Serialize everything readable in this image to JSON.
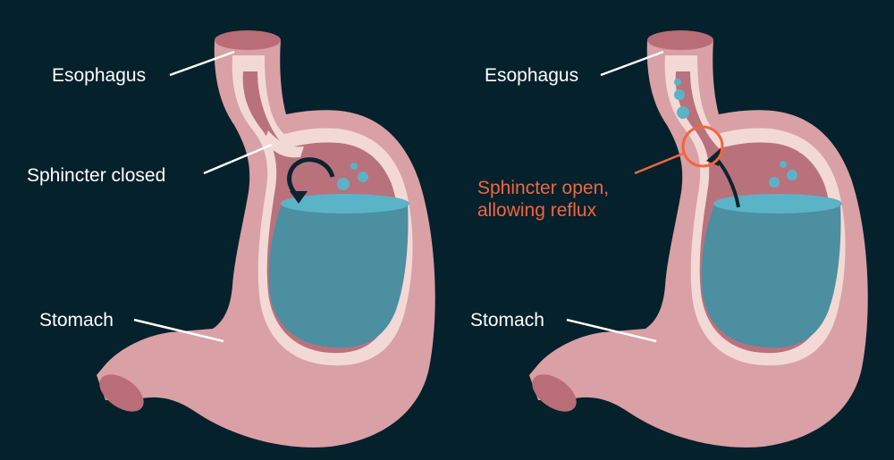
{
  "colors": {
    "background": "#05212c",
    "tissue": "#d9a0a5",
    "tissue_light": "#f2d9d5",
    "tissue_dark": "#b96d77",
    "stomach_inner": "#b9727c",
    "fluid": "#4b8fa0",
    "fluid_surface": "#5bb3c8",
    "bubble": "#5bb3c8",
    "label_text": "#ffffff",
    "highlight": "#ef6640",
    "arrow": "#0b2430"
  },
  "panels": [
    {
      "state": "closed",
      "labels": {
        "esophagus": "Esophagus",
        "sphincter": "Sphincter closed",
        "stomach": "Stomach"
      }
    },
    {
      "state": "open",
      "labels": {
        "esophagus": "Esophagus",
        "sphincter": "Sphincter open,\nallowing reflux",
        "stomach": "Stomach"
      }
    }
  ]
}
